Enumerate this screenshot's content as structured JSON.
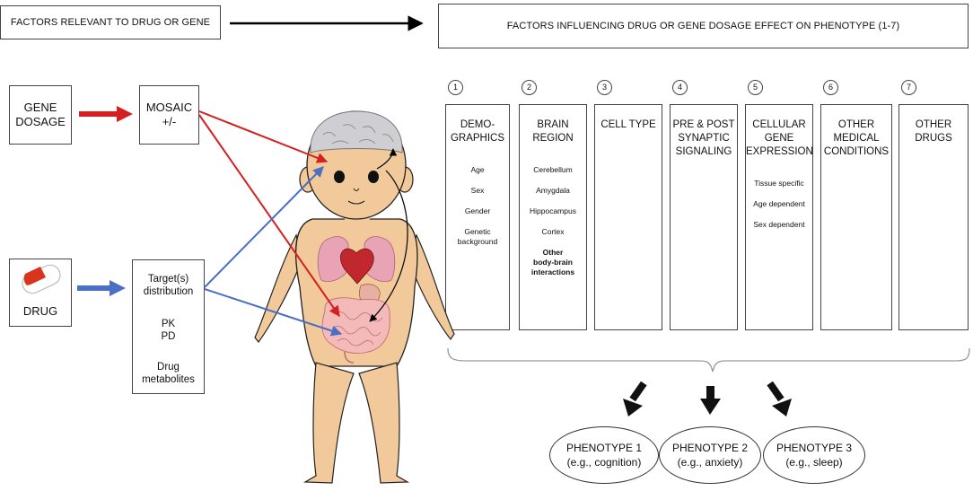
{
  "header": {
    "left": "FACTORS RELEVANT TO DRUG OR GENE",
    "right": "FACTORS INFLUENCING DRUG OR GENE DOSAGE EFFECT ON PHENOTYPE (1-7)"
  },
  "inputs": {
    "gene_dosage": "GENE\nDOSAGE",
    "mosaic": "MOSAIC\n+/-",
    "drug": "DRUG",
    "drug_info": {
      "target": "Target(s)\ndistribution",
      "pkpd": "PK\nPD",
      "metabolites": "Drug\nmetabolites"
    }
  },
  "factors": [
    {
      "num": "1",
      "title": "DEMO-\nGRAPHICS",
      "items": [
        "Age",
        "Sex",
        "Gender",
        "Genetic\nbackground"
      ],
      "bold_items": []
    },
    {
      "num": "2",
      "title": "BRAIN\nREGION",
      "items": [
        "Cerebellum",
        "Amygdala",
        "Hippocampus",
        "Cortex"
      ],
      "bold_items": [
        "Other\nbody-brain\ninteractions"
      ]
    },
    {
      "num": "3",
      "title": "CELL TYPE",
      "items": [],
      "bold_items": []
    },
    {
      "num": "4",
      "title": "PRE & POST\nSYNAPTIC\nSIGNALING",
      "items": [],
      "bold_items": []
    },
    {
      "num": "5",
      "title": "CELLULAR\nGENE\nEXPRESSION",
      "items": [
        "Tissue specific",
        "Age dependent",
        "Sex dependent"
      ],
      "bold_items": []
    },
    {
      "num": "6",
      "title": "OTHER\nMEDICAL\nCONDITIONS",
      "items": [],
      "bold_items": []
    },
    {
      "num": "7",
      "title": "OTHER\nDRUGS",
      "items": [],
      "bold_items": []
    }
  ],
  "phenotypes": [
    {
      "name": "PHENOTYPE 1",
      "example": "(e.g., cognition)"
    },
    {
      "name": "PHENOTYPE 2",
      "example": "(e.g., anxiety)"
    },
    {
      "name": "PHENOTYPE 3",
      "example": "(e.g., sleep)"
    }
  ],
  "colors": {
    "gene_arrow": "#d42020",
    "drug_arrow": "#4a6fc4",
    "skin": "#f2c99b",
    "brain": "#cfcfd3",
    "heart": "#c0282e",
    "lungs": "#e8a3b4",
    "intestine": "#f4b9b9",
    "pill": "#d8341e"
  }
}
